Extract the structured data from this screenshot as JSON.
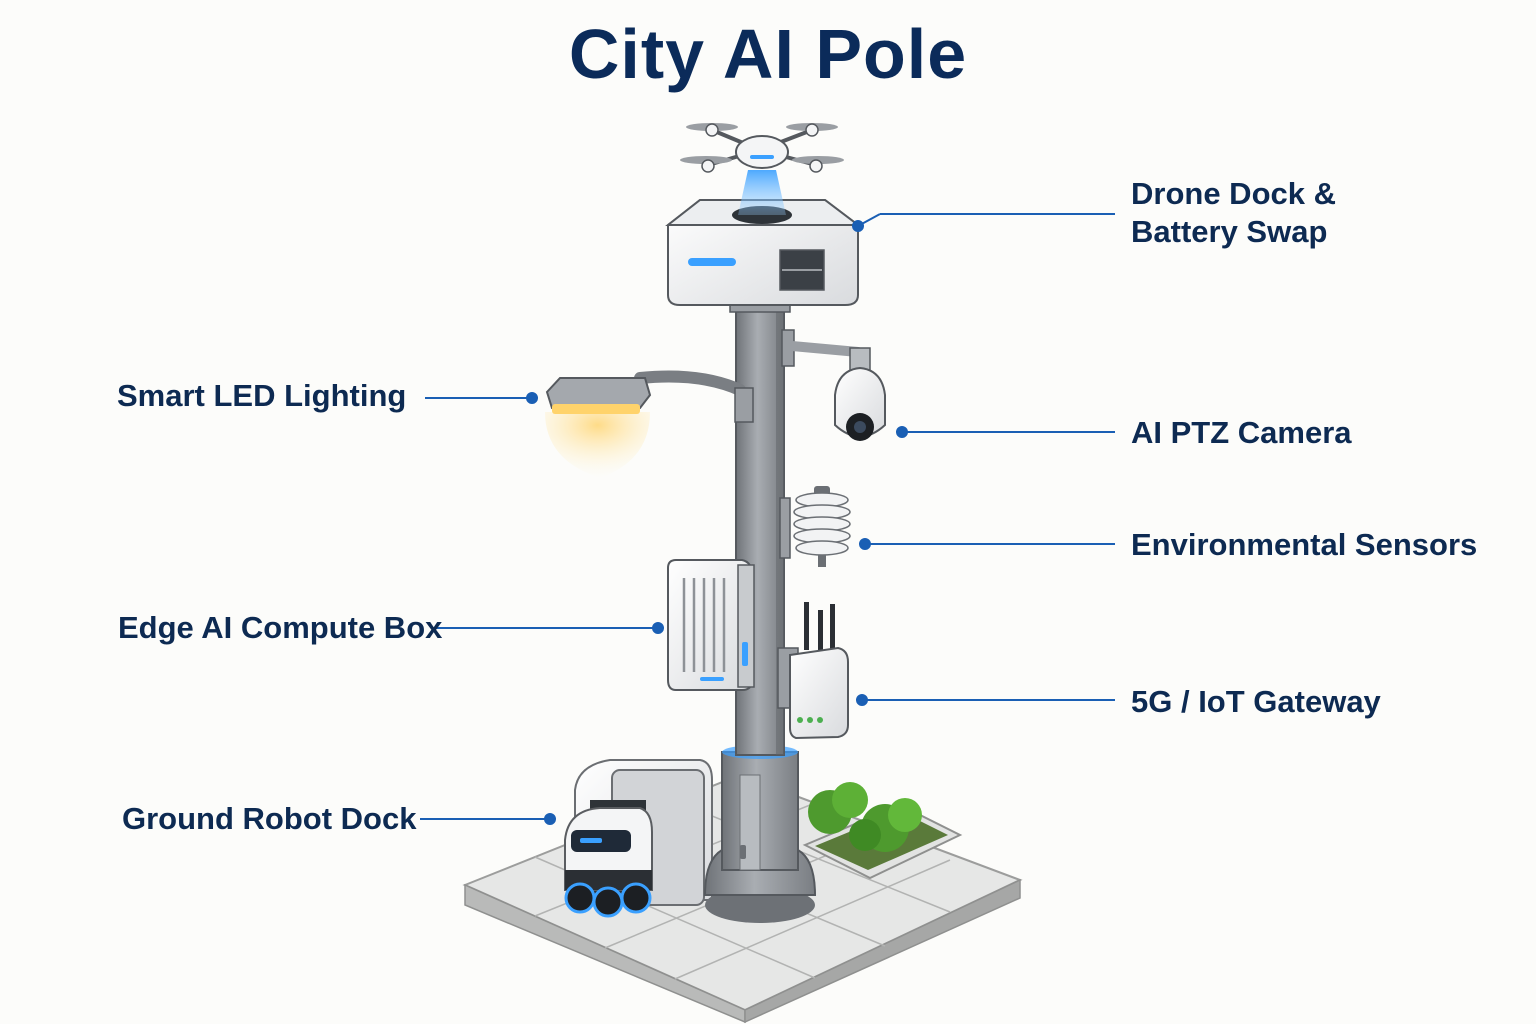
{
  "title": "City AI Pole",
  "colors": {
    "title": "#0b2b5a",
    "label": "#0d2a52",
    "leader_line": "#1a5fb4",
    "accent_glow": "#3aa0ff",
    "led_light": "#ffd36b",
    "pole_gray": "#8d9196",
    "hedge_green": "#4e9a2e",
    "ground_tile": "#cfd0cf"
  },
  "labels": {
    "drone_dock": {
      "line1": "Drone Dock &",
      "line2": "Battery Swap"
    },
    "smart_led": "Smart LED Lighting",
    "ptz_camera": "AI PTZ Camera",
    "env_sensors": "Environmental Sensors",
    "edge_compute": "Edge AI Compute Box",
    "gateway": "5G / IoT Gateway",
    "robot_dock": "Ground Robot Dock"
  }
}
